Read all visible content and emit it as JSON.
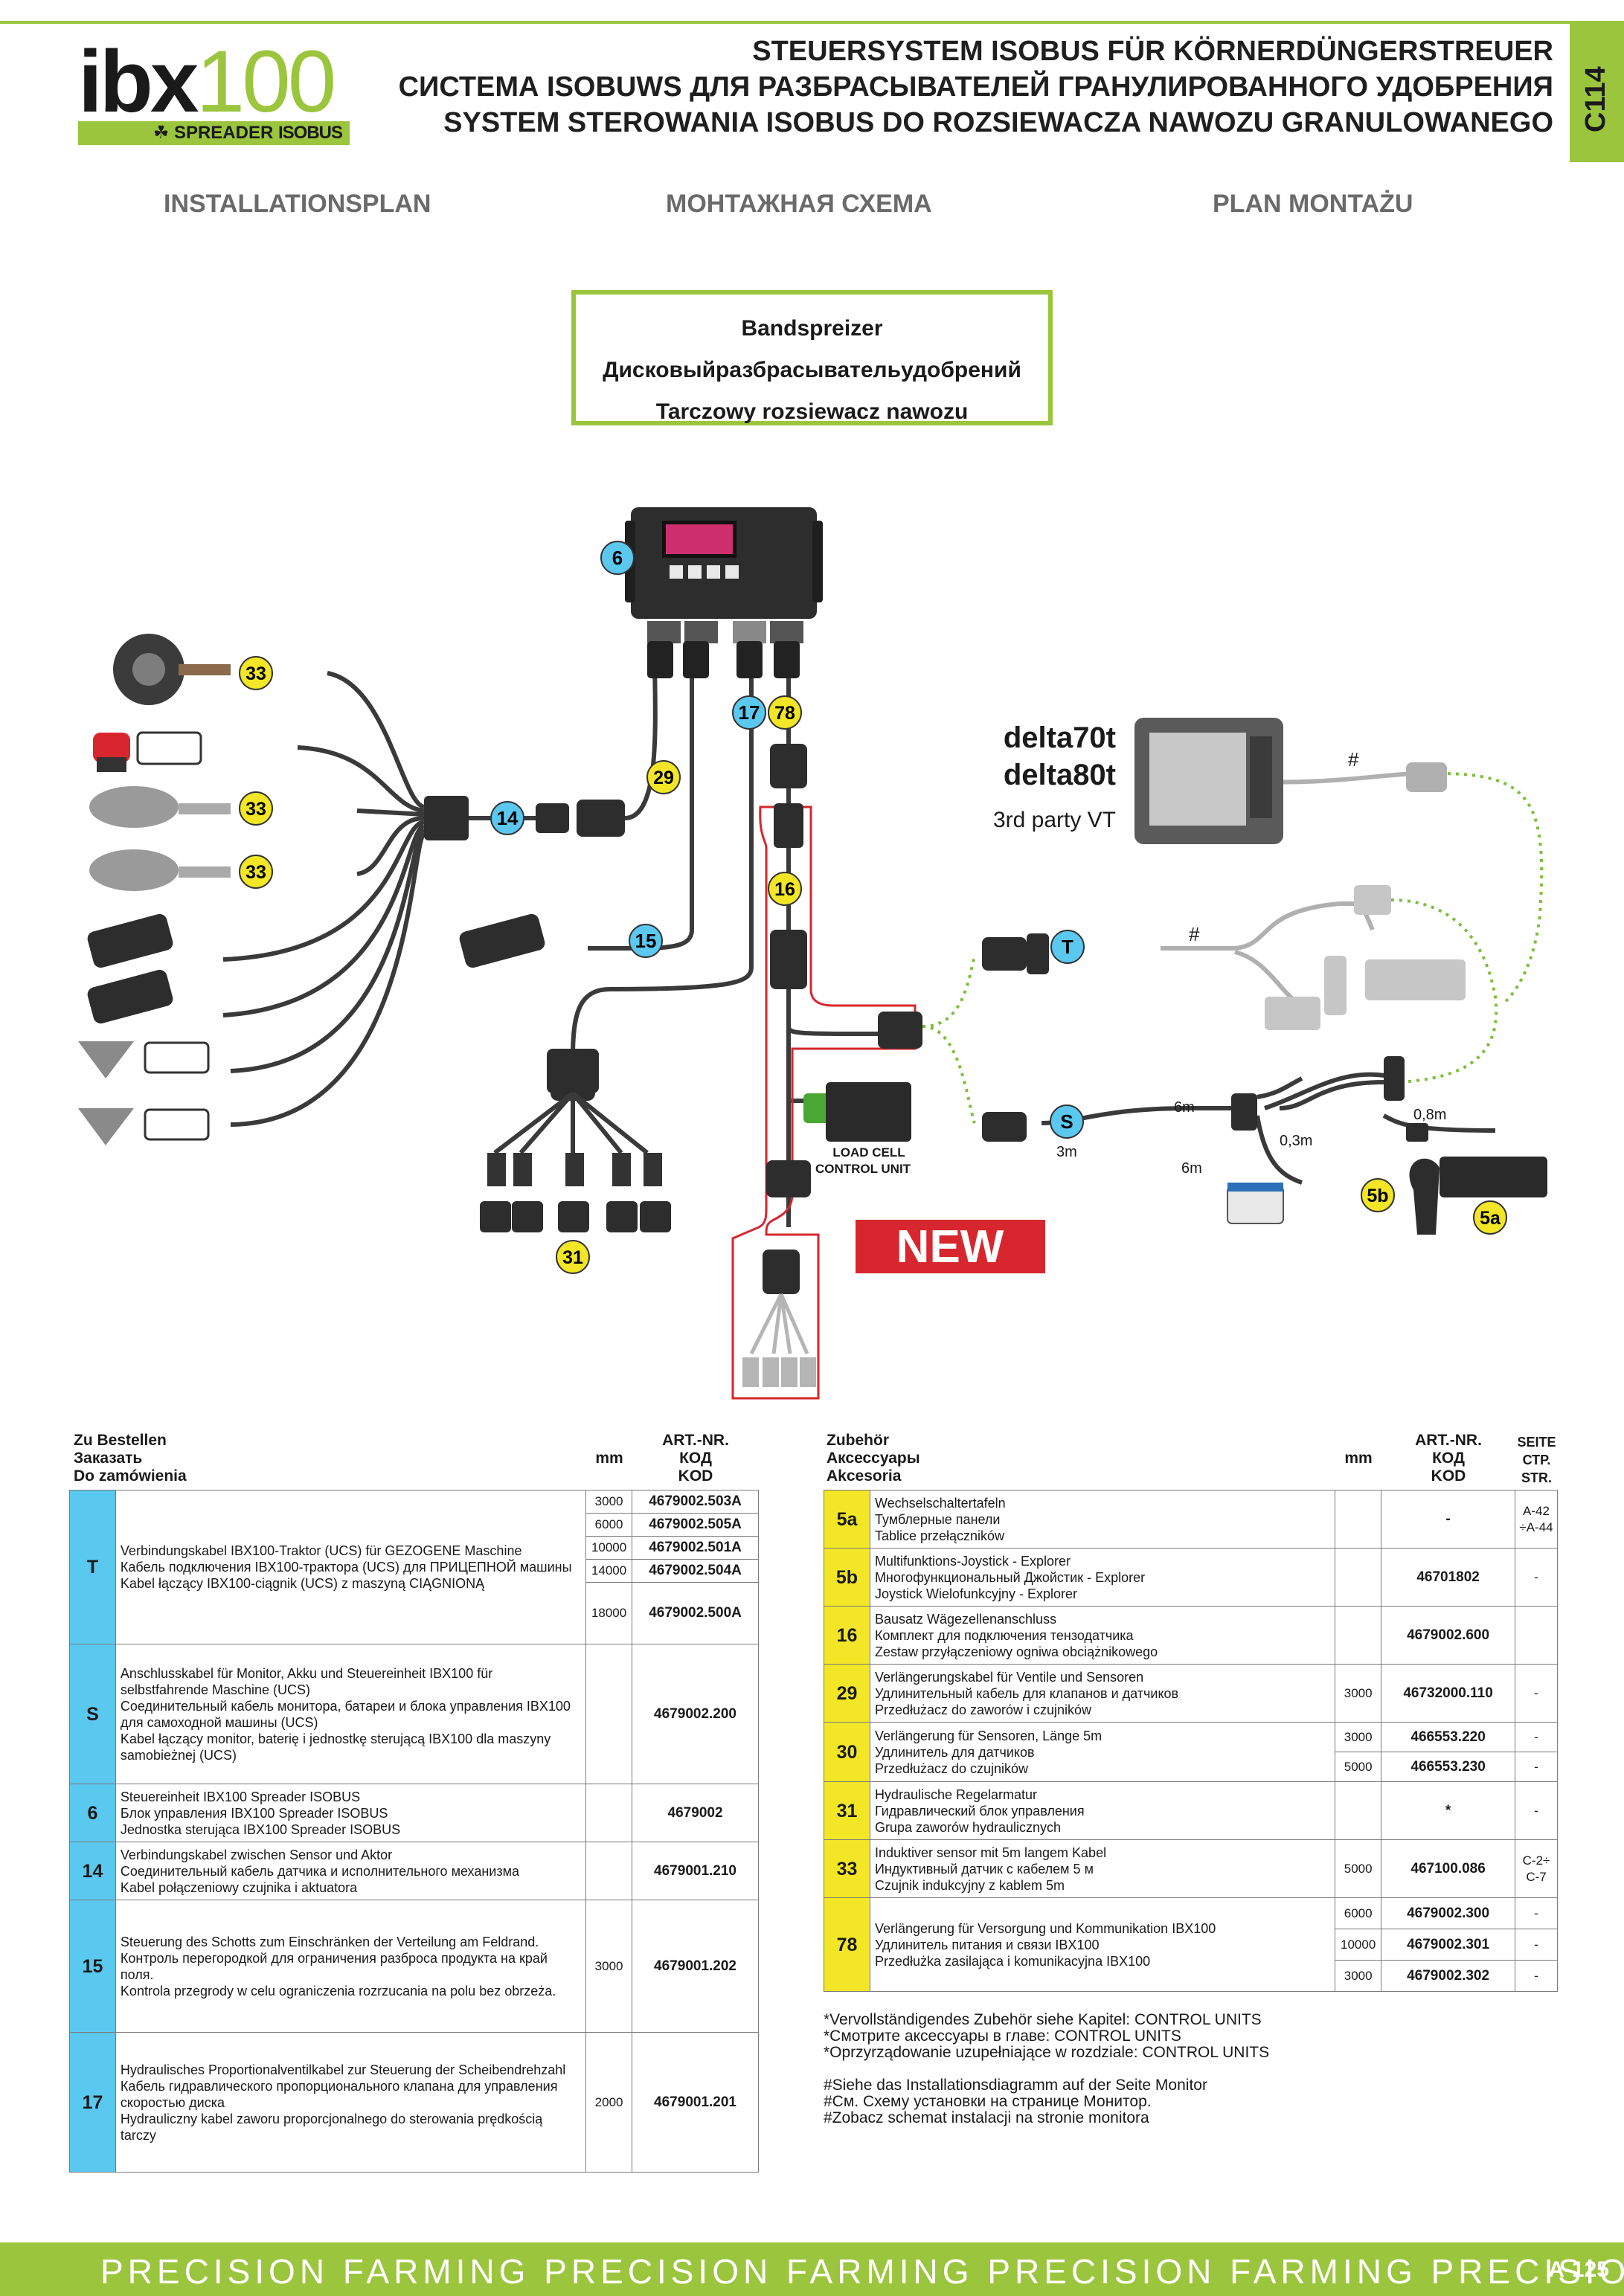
{
  "header": {
    "logo_main_a": "ibx",
    "logo_main_b": "100",
    "logo_sub": "SPREADER",
    "logo_iso": "ISOBUS",
    "title_de": "STEUERSYSTEM ISOBUS FÜR KÖRNERDÜNGERSTREUER",
    "title_ru": "СИСТЕМА ISOBUWS ДЛЯ РАЗБРАСЫВАТЕЛЕЙ ГРАНУЛИРОВАННОГО УДОБРЕНИЯ",
    "title_pl": "SYSTEM STEROWANIA ISOBUS DO ROZSIEWACZA NAWOZU GRANULOWANEGO",
    "tab": "C114"
  },
  "subheads": [
    "INSTALLATIONSPLAN",
    "МОНТАЖНАЯ СХЕМА",
    "PLAN MONTAŻU"
  ],
  "spreader_box": [
    "Bandspreizer",
    "Дисковыйразбрасывательудобрений",
    "Tarczowy rozsiewacz nawozu"
  ],
  "diagram": {
    "badges_blue": [
      "6",
      "14",
      "15",
      "17",
      "T",
      "S"
    ],
    "badges_yellow": [
      "33",
      "33",
      "33",
      "29",
      "78",
      "16",
      "31",
      "5b",
      "5a"
    ],
    "monitor_brand_1": "delta70t",
    "monitor_brand_2": "delta80t",
    "third_party": "3rd party VT",
    "hash": "#",
    "load_cell": "LOAD CELL",
    "control_unit": "CONTROL UNIT",
    "new_label": "NEW",
    "len_6m_a": "6m",
    "len_6m_b": "6m",
    "len_03m": "0,3m",
    "len_08m": "0,8m",
    "len_3m": "3m"
  },
  "order_table": {
    "title_de": "Zu Bestellen",
    "title_ru": "Заказать",
    "title_pl": "Do zamówienia",
    "col_mm": "mm",
    "col_art_1": "ART.-NR.",
    "col_art_2": "КОД",
    "col_art_3": "KOD",
    "rows": [
      {
        "code": "T",
        "lines": [
          "Verbindungskabel IBX100-Traktor (UCS) für GEZOGENE Maschine",
          "Кабель подключения IBX100-трактора (UCS) для ПРИЦЕПНОЙ машины",
          "Kabel łączący IBX100-ciągnik (UCS) z maszyną CIĄGNIONĄ"
        ],
        "sub": [
          [
            "3000",
            "4679002.503A"
          ],
          [
            "6000",
            "4679002.505A"
          ],
          [
            "10000",
            "4679002.501A"
          ],
          [
            "14000",
            "4679002.504A"
          ],
          [
            "18000",
            "4679002.500A"
          ]
        ]
      },
      {
        "code": "S",
        "lines": [
          "Anschlusskabel für Monitor, Akku und Steuereinheit IBX100 für selbstfahrende Maschine (UCS)",
          "Соединительный кабель монитора, батареи и блока управления IBX100 для самоходной машины (UCS)",
          "Kabel łączący monitor, baterię i jednostkę sterującą IBX100 dla maszyny samobieżnej (UCS)"
        ],
        "mm": "",
        "art": "4679002.200"
      },
      {
        "code": "6",
        "lines": [
          "Steuereinheit IBX100 Spreader ISOBUS",
          "Блок управления IBX100 Spreader ISOBUS",
          "Jednostka sterująca IBX100 Spreader ISOBUS"
        ],
        "mm": "",
        "art": "4679002"
      },
      {
        "code": "14",
        "lines": [
          "Verbindungskabel zwischen Sensor und Aktor",
          "Соединительный кабель датчика и исполнительного механизма",
          "Kabel połączeniowy czujnika i aktuatora"
        ],
        "mm": "",
        "art": "4679001.210"
      },
      {
        "code": "15",
        "lines": [
          "Steuerung des Schotts zum Einschränken der Verteilung am Feldrand.",
          "Контроль перегородкой для ограничения разброса продукта на край поля.",
          "Kontrola przegrody w celu ograniczenia rozrzucania na polu bez obrzeża."
        ],
        "mm": "3000",
        "art": "4679001.202"
      },
      {
        "code": "17",
        "lines": [
          "Hydraulisches Proportionalventilkabel zur Steuerung der Scheibendrehzahl",
          "Кабель гидравлического пропорционального клапана для управления скоростью диска",
          "Hydrauliczny kabel zaworu proporcjonalnego do sterowania prędkością tarczy"
        ],
        "mm": "2000",
        "art": "4679001.201"
      }
    ]
  },
  "acc_table": {
    "title_de": "Zubehör",
    "title_ru": "Аксессуары",
    "title_pl": "Akcesoria",
    "col_mm": "mm",
    "col_art_1": "ART.-NR.",
    "col_art_2": "КОД",
    "col_art_3": "KOD",
    "col_pg_1": "SEITE",
    "col_pg_2": "СТР.",
    "col_pg_3": "STR.",
    "rows": [
      {
        "code": "5a",
        "lines": [
          "Wechselschaltertafeln",
          "Тумблерные панели",
          "Tablice przełączników"
        ],
        "mm": "",
        "art": "-",
        "pg": "A-42 ÷A-44"
      },
      {
        "code": "5b",
        "lines": [
          "Multifunktions-Joystick - Explorer",
          "Многофункциональный Джойстик - Explorer",
          "Joystick Wielofunkcyjny - Explorer"
        ],
        "mm": "",
        "art": "46701802",
        "pg": "-"
      },
      {
        "code": "16",
        "lines": [
          "Bausatz Wägezellenanschluss",
          "Комплект для подключения тензодатчика",
          "Zestaw przyłączeniowy ogniwa obciążnikowego"
        ],
        "mm": "",
        "art": "4679002.600",
        "pg": ""
      },
      {
        "code": "29",
        "lines": [
          "Verlängerungskabel für Ventile und Sensoren",
          "Удлинительный кабель для клапанов и датчиков",
          "Przedłużacz do zaworów i czujników"
        ],
        "mm": "3000",
        "art": "46732000.110",
        "pg": "-"
      },
      {
        "code": "30",
        "lines": [
          "Verlängerung für Sensoren, Länge 5m",
          "Удлинитель для датчиков",
          "Przedłużacz do czujników"
        ],
        "sub": [
          [
            "3000",
            "466553.220",
            "-"
          ],
          [
            "5000",
            "466553.230",
            "-"
          ]
        ]
      },
      {
        "code": "31",
        "lines": [
          "Hydraulische Regelarmatur",
          "Гидравлический блок управления",
          "Grupa zaworów hydraulicznych"
        ],
        "mm": "",
        "art": "*",
        "pg": "-"
      },
      {
        "code": "33",
        "lines": [
          "Induktiver sensor mit 5m langem Kabel",
          "Индуктивный датчик с кабелем 5 м",
          "Czujnik indukcyjny z kablem 5m"
        ],
        "mm": "5000",
        "art": "467100.086",
        "pg": "C-2÷ C-7"
      },
      {
        "code": "78",
        "lines": [
          "Verlängerung für Versorgung und Kommunikation IBX100",
          "Удлинитель питания и связи IBX100",
          "Przedłużka zasilająca i komunikacyjna IBX100"
        ],
        "sub": [
          [
            "6000",
            "4679002.300",
            "-"
          ],
          [
            "10000",
            "4679002.301",
            "-"
          ],
          [
            "3000",
            "4679002.302",
            "-"
          ]
        ]
      }
    ]
  },
  "notes": [
    "*Vervollständigendes Zubehör siehe Kapitel: CONTROL UNITS",
    "*Смотрите аксессуары в главе: CONTROL UNITS",
    "*Oprzyrządowanie uzupełniające w rozdziale: CONTROL UNITS",
    "",
    "#Siehe das Installationsdiagramm auf der Seite Monitor",
    "#См. Схему установки на странице Монитор.",
    "#Zobacz schemat instalacji na stronie monitora"
  ],
  "footer": {
    "slogan": "PRECISION FARMING  PRECISION FARMING  PRECISION FARMING  PRECISION",
    "page": "A-125"
  },
  "colors": {
    "brand_green": "#9bc53d",
    "badge_blue": "#5bc8f0",
    "badge_yellow": "#f2e626",
    "highlight_red": "#d7262e"
  }
}
